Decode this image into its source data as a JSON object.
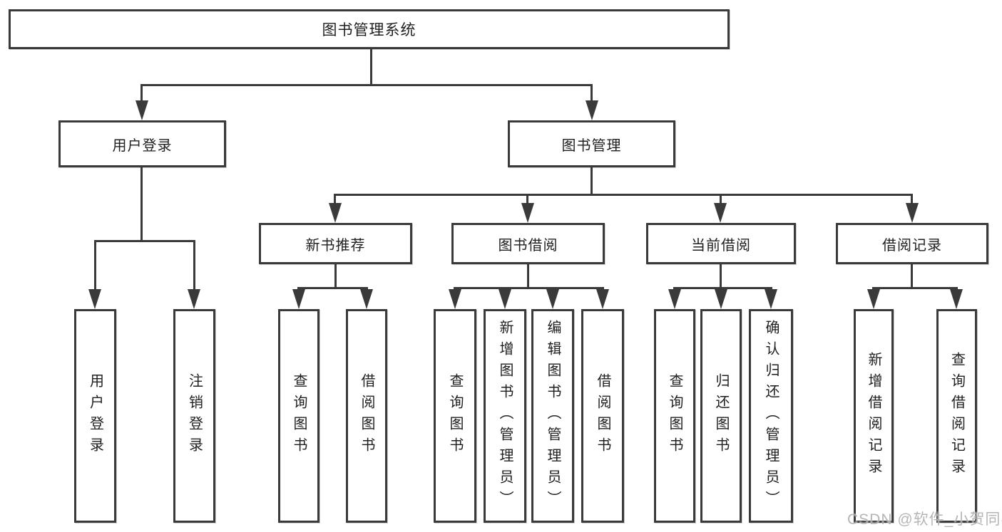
{
  "diagram": {
    "root": {
      "label": "图书管理系统"
    },
    "level2": [
      {
        "label": "用户登录"
      },
      {
        "label": "图书管理"
      }
    ],
    "level3": [
      {
        "label": "新书推荐"
      },
      {
        "label": "图书借阅"
      },
      {
        "label": "当前借阅"
      },
      {
        "label": "借阅记录"
      }
    ],
    "leaves": {
      "user_login": [
        "用户登录",
        "注销登录"
      ],
      "new_book_recommend": [
        "查询图书",
        "借阅图书"
      ],
      "book_borrow": [
        "查询图书",
        "新增图书（管理员）",
        "编辑图书（管理员）",
        "借阅图书"
      ],
      "current_borrow": [
        "查询图书",
        "归还图书",
        "确认归还（管理员）"
      ],
      "borrow_record": [
        "新增借阅记录",
        "查询借阅记录"
      ]
    }
  },
  "watermark": {
    "text": "CSDN @软件_小贺同学"
  },
  "colors": {
    "line": "#3a3a3a",
    "text": "#1f1f1f",
    "watermark": "#a8a8a8",
    "background": "#ffffff"
  }
}
